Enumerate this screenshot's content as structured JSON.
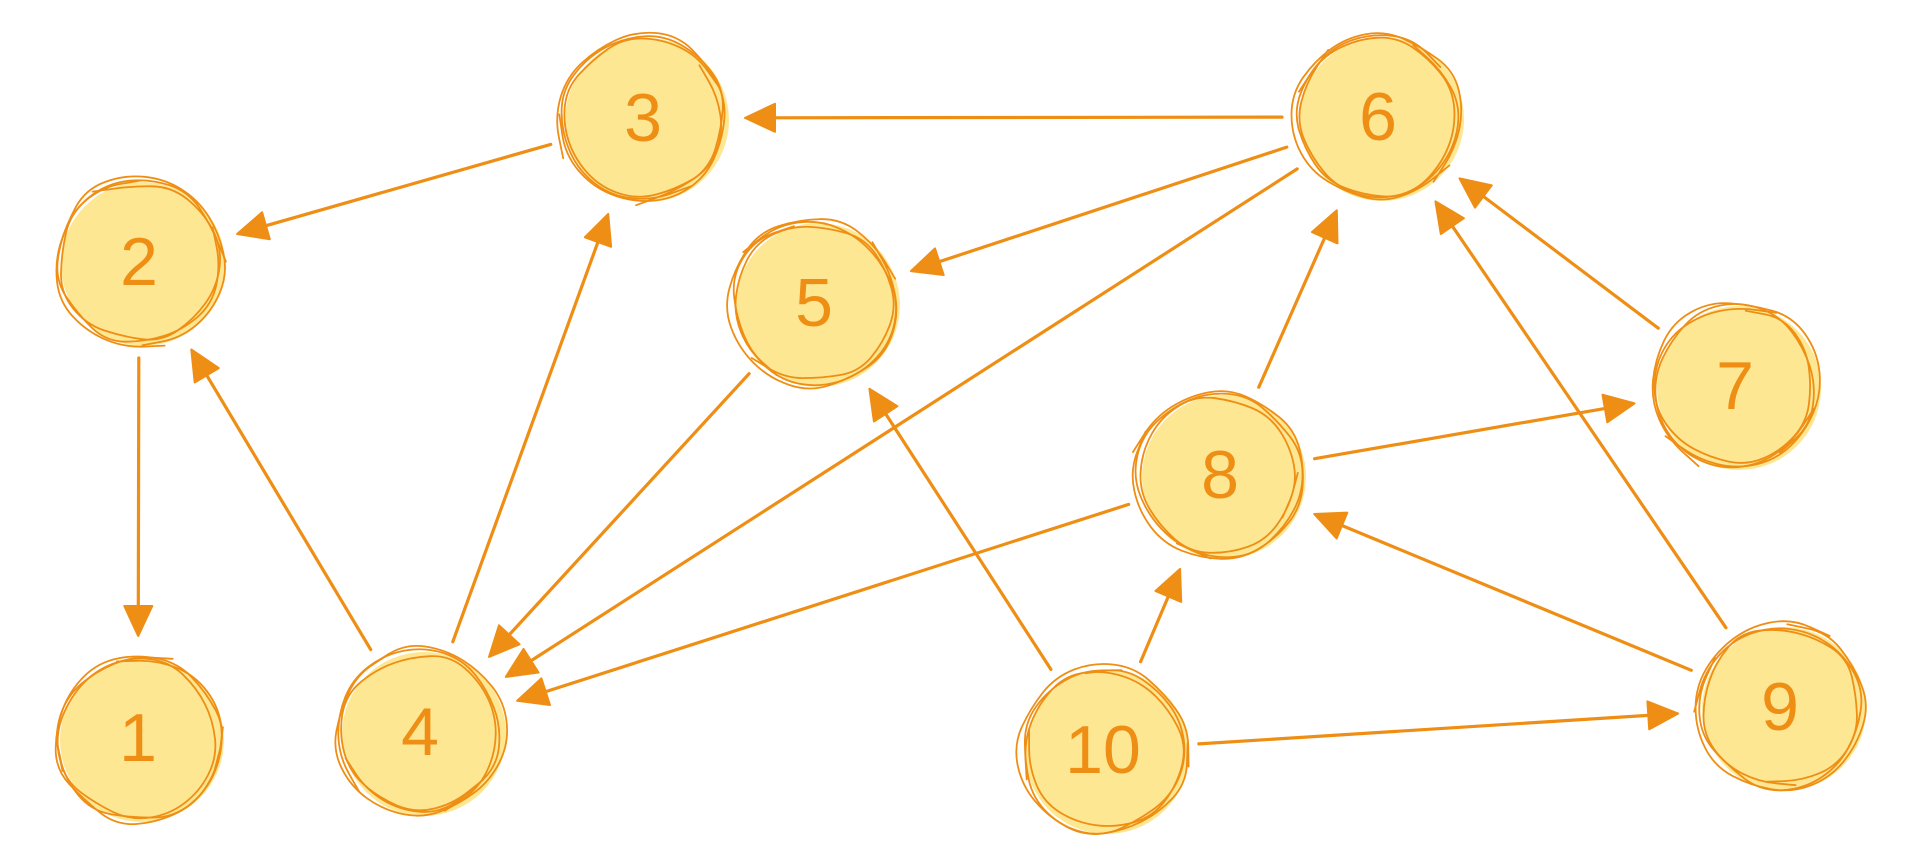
{
  "diagram": {
    "colors": {
      "node_fill": "#fde793",
      "stroke": "#ef8e14",
      "label": "#ef8e14",
      "background": "#ffffff"
    },
    "nodes": [
      {
        "id": "1",
        "label": "1"
      },
      {
        "id": "2",
        "label": "2"
      },
      {
        "id": "3",
        "label": "3"
      },
      {
        "id": "4",
        "label": "4"
      },
      {
        "id": "5",
        "label": "5"
      },
      {
        "id": "6",
        "label": "6"
      },
      {
        "id": "7",
        "label": "7"
      },
      {
        "id": "8",
        "label": "8"
      },
      {
        "id": "9",
        "label": "9"
      },
      {
        "id": "10",
        "label": "10"
      }
    ],
    "edges": [
      {
        "from": "2",
        "to": "1"
      },
      {
        "from": "3",
        "to": "2"
      },
      {
        "from": "4",
        "to": "2"
      },
      {
        "from": "4",
        "to": "3"
      },
      {
        "from": "5",
        "to": "4"
      },
      {
        "from": "6",
        "to": "3"
      },
      {
        "from": "6",
        "to": "5"
      },
      {
        "from": "6",
        "to": "4"
      },
      {
        "from": "7",
        "to": "6"
      },
      {
        "from": "8",
        "to": "6"
      },
      {
        "from": "8",
        "to": "7"
      },
      {
        "from": "8",
        "to": "4"
      },
      {
        "from": "9",
        "to": "6"
      },
      {
        "from": "9",
        "to": "8"
      },
      {
        "from": "10",
        "to": "5"
      },
      {
        "from": "10",
        "to": "8"
      },
      {
        "from": "10",
        "to": "9"
      }
    ]
  }
}
